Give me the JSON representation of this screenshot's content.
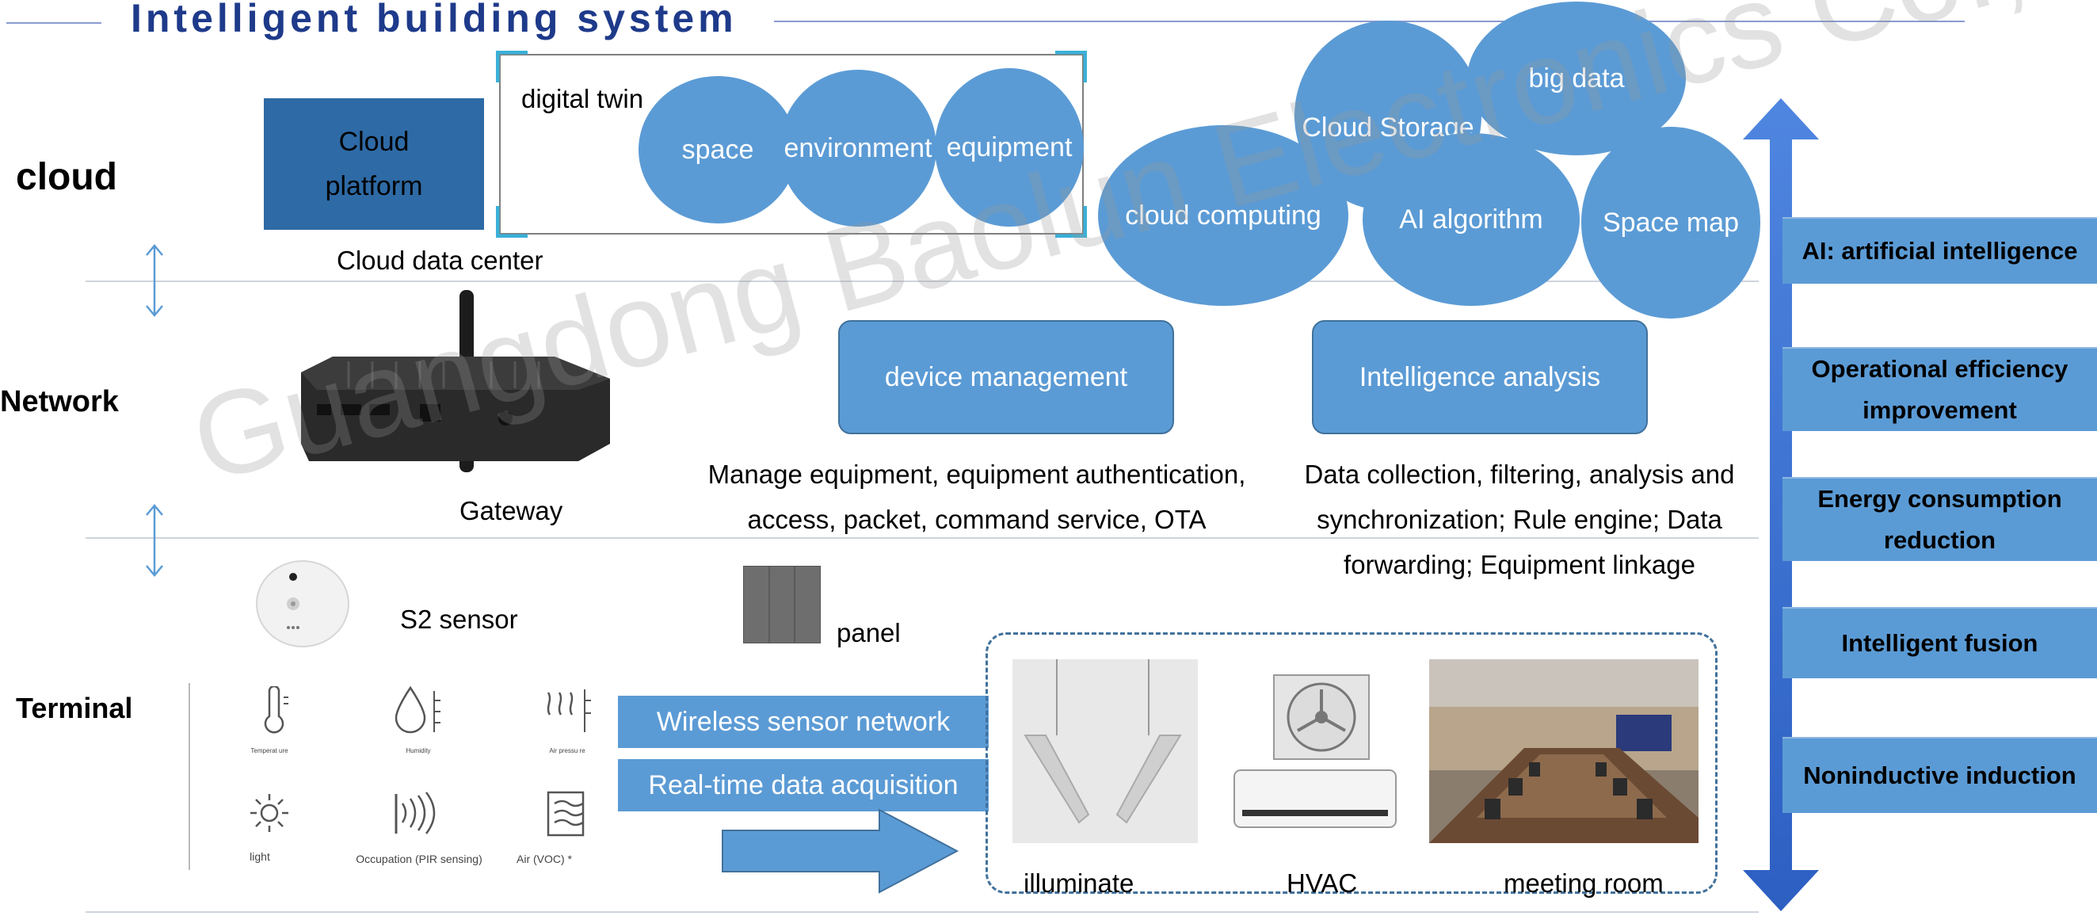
{
  "title": "Intelligent building system",
  "layers": {
    "cloud": "cloud",
    "network": "Network",
    "terminal": "Terminal"
  },
  "cloud": {
    "platform_box": "Cloud platform",
    "data_center_caption": "Cloud data center",
    "digital_twin_label": "digital twin",
    "twin_items": [
      "space",
      "environment",
      "equipment"
    ],
    "bubbles": [
      "Cloud Storage",
      "big data",
      "cloud computing",
      "AI algorithm",
      "Space map"
    ]
  },
  "network": {
    "gateway_caption": "Gateway",
    "device_management": {
      "label": "device management",
      "description": "Manage equipment, equipment authentication, access, packet, command service, OTA"
    },
    "intelligence_analysis": {
      "label": "Intelligence analysis",
      "description": "Data collection, filtering, analysis and synchronization; Rule engine; Data forwarding; Equipment linkage"
    }
  },
  "terminal": {
    "sensor_caption": "S2 sensor",
    "panel_caption": "panel",
    "sensor_icons": [
      {
        "icon": "thermometer-icon",
        "label": "Temperat ure"
      },
      {
        "icon": "humidity-drop-icon",
        "label": "Humidity"
      },
      {
        "icon": "air-pressure-icon",
        "label": "Air pressu re"
      },
      {
        "icon": "light-sun-icon",
        "label": "light"
      },
      {
        "icon": "pir-occupancy-icon",
        "label": "Occupation (PIR sensing)"
      },
      {
        "icon": "air-voc-icon",
        "label": "Air (VOC) *"
      }
    ],
    "bands": [
      "Wireless sensor network",
      "Real-time data acquisition"
    ],
    "applications": [
      "illuminate",
      "HVAC",
      "meeting room"
    ]
  },
  "benefits": [
    "AI: artificial intelligence",
    "Operational efficiency improvement",
    "Energy consumption reduction",
    "Intelligent fusion",
    "Noninductive induction"
  ],
  "watermark": "Guangdong Baolun Electronics Co., Ltd.",
  "colors": {
    "accent": "#5b9bd5",
    "platform": "#2e6aa5",
    "title": "#1e3a8a",
    "arrow": "#3a6fd0"
  }
}
